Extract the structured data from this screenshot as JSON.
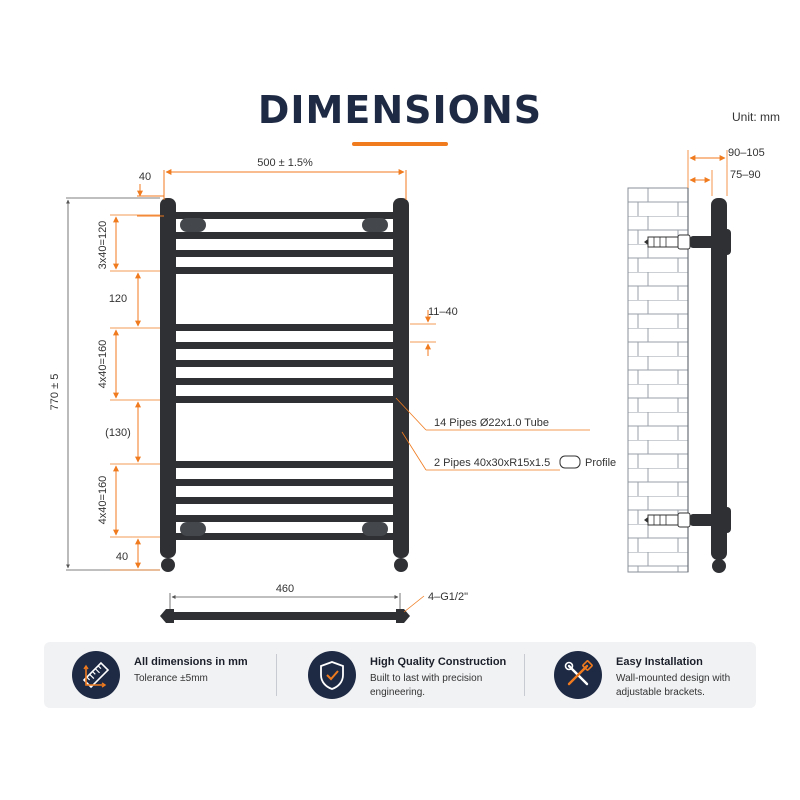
{
  "header": {
    "title": "DIMENSIONS",
    "unit_label": "Unit: mm"
  },
  "dimensions": {
    "overall_width": "500 ± 1.5%",
    "side_offset": "40",
    "overall_height": "770 ± 5",
    "top_group": "3x40=120",
    "gap_1": "120",
    "middle_group": "4x40=160",
    "gap_2": "(130)",
    "bottom_group": "4x40=160",
    "bottom_offset": "40",
    "bar_spacing": "11–40",
    "centers": "460",
    "connections": "4–G1/2\"",
    "wall_outer": "90–105",
    "wall_inner": "75–90"
  },
  "callouts": {
    "pipes_line": "14 Pipes   Ø22x1.0 Tube",
    "profile_line": "2 Pipes   40x30xR15x1.5",
    "profile_label": "Profile"
  },
  "features": [
    {
      "title": "All dimensions in mm",
      "desc": "Tolerance ±5mm",
      "icon": "ruler-icon"
    },
    {
      "title": "High Quality Construction",
      "desc": "Built to last with precision engineering.",
      "icon": "shield-check-icon"
    },
    {
      "title": "Easy Installation",
      "desc": "Wall-mounted design with adjustable brackets.",
      "icon": "tools-icon"
    }
  ],
  "colors": {
    "accent": "#f07a1e",
    "navy": "#1e2a44",
    "pipe": "#2e3034"
  }
}
